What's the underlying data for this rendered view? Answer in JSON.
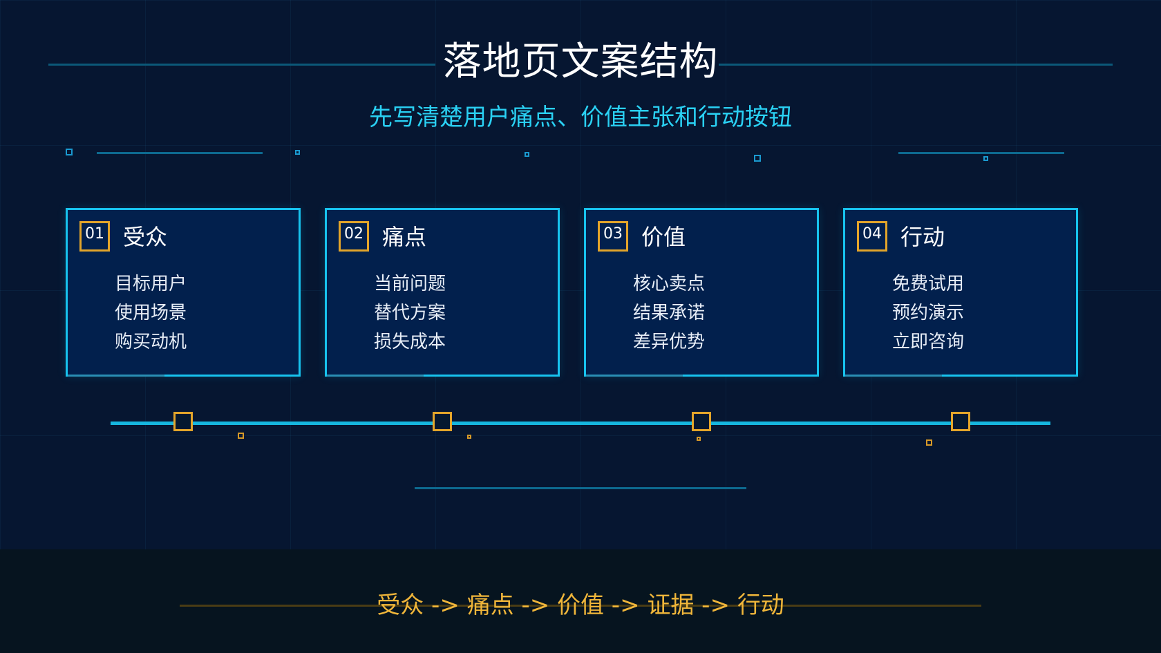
{
  "title": "落地页文案结构",
  "subtitle": "先写清楚用户痛点、价值主张和行动按钮",
  "cards": [
    {
      "num": "01",
      "heading": "受众",
      "items": [
        "目标用户",
        "使用场景",
        "购买动机"
      ]
    },
    {
      "num": "02",
      "heading": "痛点",
      "items": [
        "当前问题",
        "替代方案",
        "损失成本"
      ]
    },
    {
      "num": "03",
      "heading": "价值",
      "items": [
        "核心卖点",
        "结果承诺",
        "差异优势"
      ]
    },
    {
      "num": "04",
      "heading": "行动",
      "items": [
        "免费试用",
        "预约演示",
        "立即咨询"
      ]
    }
  ],
  "flow": "受众 -> 痛点 -> 价值 -> 证据 -> 行动",
  "colors": {
    "background": "#061631",
    "accent_cyan": "#17c3ef",
    "accent_gold": "#e3a52a",
    "card_fill": "#02204d"
  }
}
